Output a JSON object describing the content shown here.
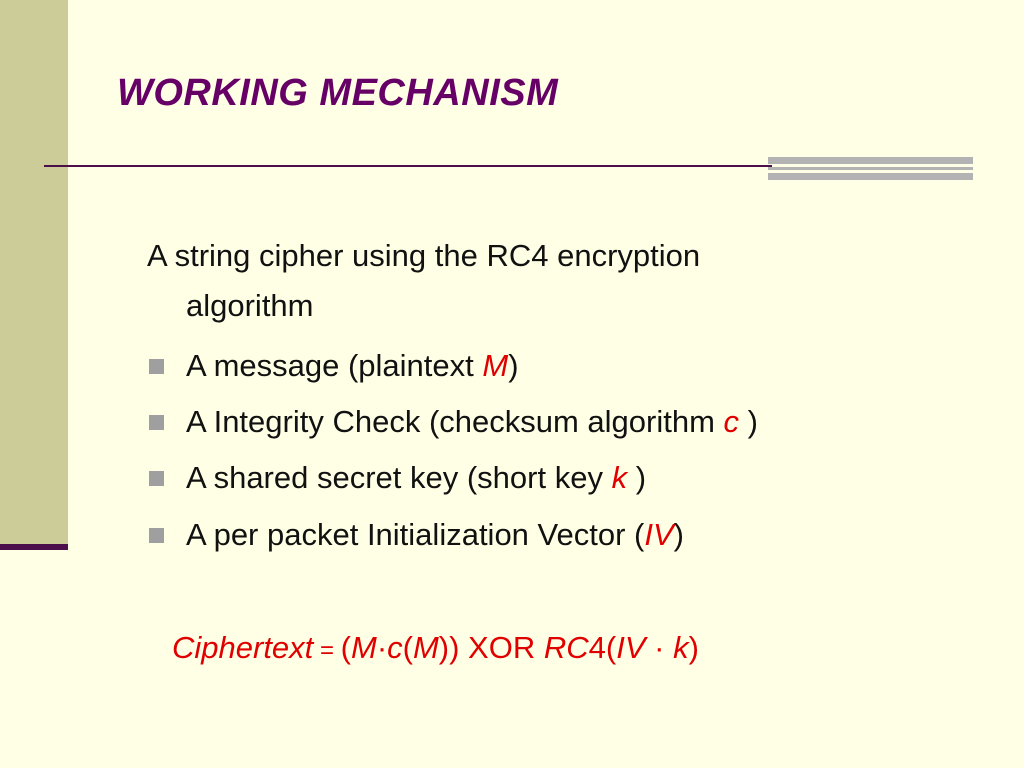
{
  "slide": {
    "title": "WORKING MECHANISM",
    "intro": {
      "line1": "A string cipher using the RC4 encryption",
      "line2": "algorithm"
    },
    "bullets": [
      {
        "text": "A message (plaintext ",
        "var": "M",
        "close": ")"
      },
      {
        "text": "A Integrity Check (checksum algorithm ",
        "var": "c",
        "close": " )"
      },
      {
        "text": "A shared secret key (short key ",
        "var": "k",
        "close": " )"
      },
      {
        "text": "A per packet Initialization Vector (",
        "var": "IV",
        "close": ")"
      }
    ],
    "formula": {
      "lhs": "Ciphertext",
      "eq": " = ",
      "open": "(",
      "m1": "M",
      "dot1": "·",
      "c": "c",
      "open2": "(",
      "m2": "M",
      "close2": ")) XOR ",
      "rc": "RC",
      "four": "4(",
      "iv": "IV",
      "dot2": " · ",
      "k": "k",
      "close3": ")"
    }
  },
  "colors": {
    "background": "#FFFFE5",
    "left_bar": "#CCCC99",
    "title": "#660066",
    "rule": "#4B0F4B",
    "accent_stripes": "#B3B3B3",
    "variable": "#E00000",
    "bullet": "#9F9F9F"
  }
}
